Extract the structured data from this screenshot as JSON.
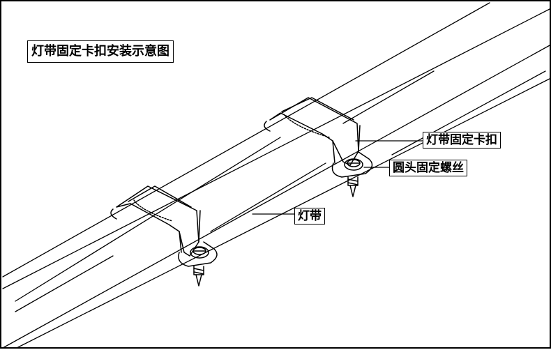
{
  "diagram": {
    "title": "灯带固定卡扣安装示意图",
    "labels": {
      "clip": "灯带固定卡扣",
      "screw": "圆头固定螺丝",
      "strip": "灯带"
    }
  }
}
